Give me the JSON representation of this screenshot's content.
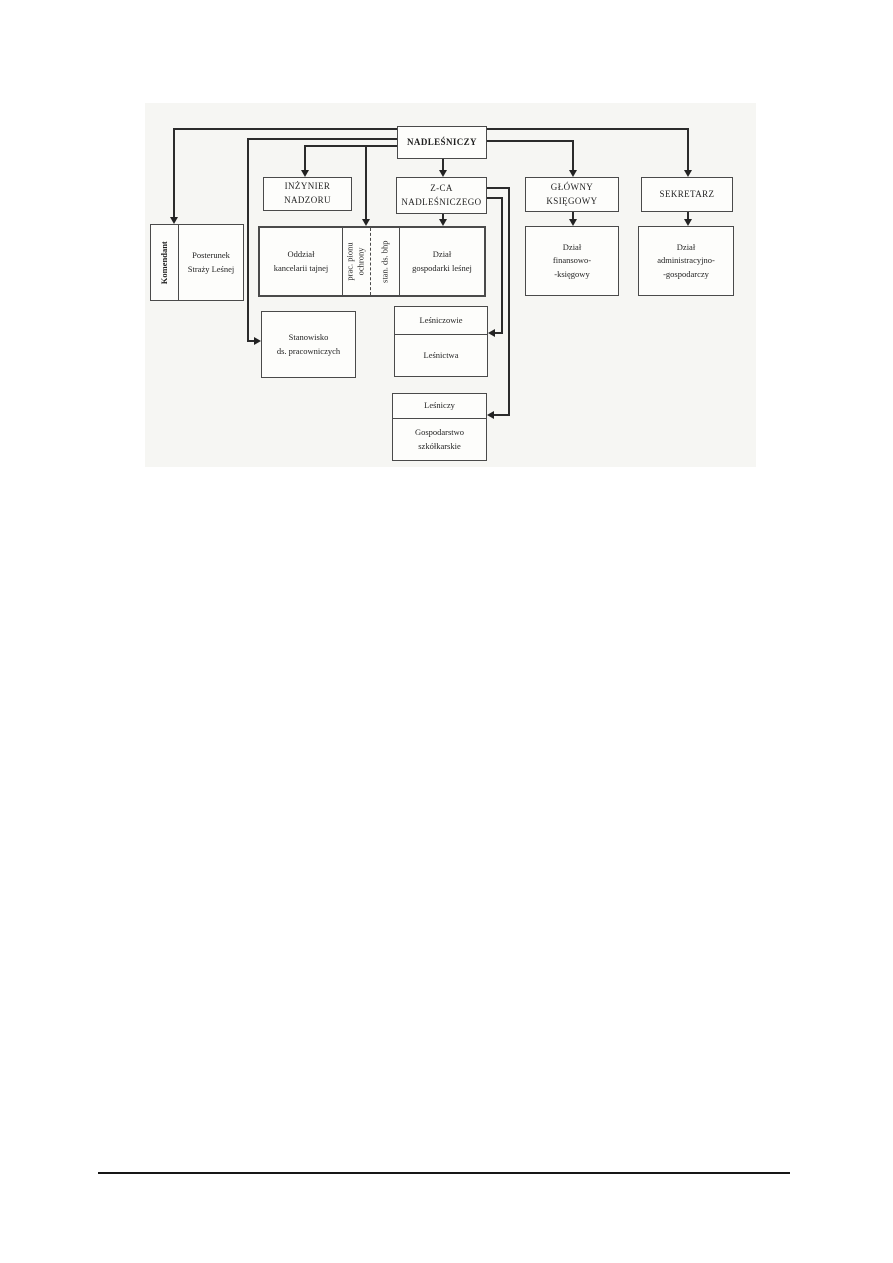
{
  "colors": {
    "line": "#2b2b2b",
    "border": "#4a4a4a",
    "text": "#1f1f1f",
    "scan_background": "#f6f6f3"
  },
  "org_chart": {
    "nodes": {
      "nadlesniczy": {
        "lines": [
          "NADLEŚNICZY"
        ]
      },
      "inzynier_nadzoru": {
        "lines": [
          "INŻYNIER",
          "NADZORU"
        ]
      },
      "zca_nadlesniczego": {
        "lines": [
          "Z-CA",
          "NADLEŚNICZEGO"
        ]
      },
      "glowny_ksiegowy": {
        "lines": [
          "GŁÓWNY",
          "KSIĘGOWY"
        ]
      },
      "sekretarz": {
        "lines": [
          "SEKRETARZ"
        ]
      },
      "komendant": {
        "vertical_label": "Komendant"
      },
      "posterunek_strazy": {
        "lines": [
          "Posterunek",
          "Straży Leśnej"
        ]
      },
      "oddzial_kancelarii": {
        "lines": [
          "Oddział",
          "kancelarii tajnej"
        ]
      },
      "prac_pionu_ochrony": {
        "lines": [
          "prac. pionu",
          "ochrony"
        ]
      },
      "stan_ds_bhp": {
        "lines": [
          "stan. ds. bhp"
        ]
      },
      "dzial_gospodarki_lesnej": {
        "lines": [
          "Dział",
          "gospodarki leśnej"
        ]
      },
      "dzial_finansowo_ksiegowy": {
        "lines": [
          "Dział",
          "finansowo-",
          "-księgowy"
        ]
      },
      "dzial_administracyjno_gospodarczy": {
        "lines": [
          "Dział",
          "administracyjno-",
          "-gospodarczy"
        ]
      },
      "stanowisko_ds_pracowniczych": {
        "lines": [
          "Stanowisko",
          "ds. pracowniczych"
        ]
      },
      "lesniczowie": {
        "header": "Leśniczowie",
        "body_lines": [
          "Leśnictwa"
        ]
      },
      "lesniczy": {
        "header": "Leśniczy",
        "body_lines": [
          "Gospodarstwo",
          "szkółkarskie"
        ]
      }
    }
  }
}
